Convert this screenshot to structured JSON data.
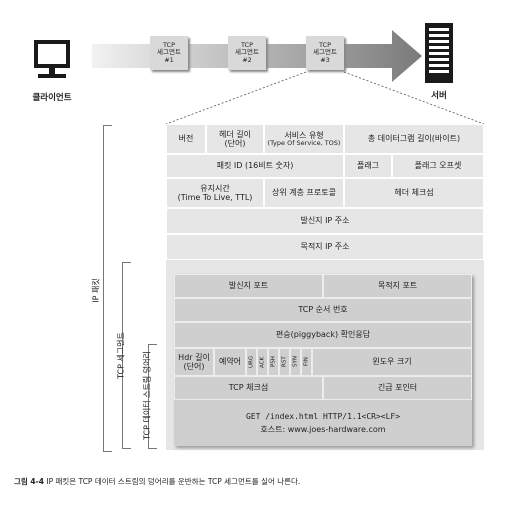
{
  "client": {
    "label": "클라이언트"
  },
  "server": {
    "label": "서버"
  },
  "segments": [
    {
      "line1": "TCP",
      "line2": "세그먼트",
      "line3": "#1"
    },
    {
      "line1": "TCP",
      "line2": "세그먼트",
      "line3": "#2"
    },
    {
      "line1": "TCP",
      "line2": "세그먼트",
      "line3": "#3"
    }
  ],
  "ip_packet": {
    "label": "IP 패킷",
    "row1": {
      "version": "버전",
      "header_length": "헤더 길이\n(단어)",
      "service_type": "서비스 유형",
      "service_type_sub": "(Type Of Service, TOS)",
      "total_length": "총 데이터그램 길이(바이트)"
    },
    "row2": {
      "packet_id": "패킷 ID (16비트 숫자)",
      "flags": "플래그",
      "fragment_offset": "플래그 오프셋"
    },
    "row3": {
      "ttl": "유지시간\n(Time To Live, TTL)",
      "protocol": "상위 계층 프로토콜",
      "checksum": "헤더 체크섬"
    },
    "source_ip": "발신지 IP 주소",
    "dest_ip": "목적지 IP 주소"
  },
  "tcp_segment": {
    "label": "TCP 세그먼트",
    "source_port": "발신지 포트",
    "dest_port": "목적지 포트",
    "sequence": "TCP 순서 번호",
    "ack": "편승(piggyback) 확인응답",
    "hdr_length": "Hdr 길이\n(단어)",
    "reserved": "예약어",
    "flags": [
      "URG",
      "ACK",
      "PSH",
      "RST",
      "SYN",
      "FIN"
    ],
    "window": "윈도우 크기",
    "checksum": "TCP 체크섬",
    "urgent": "긴급 포인터"
  },
  "tcp_data": {
    "label": "TCP 데이터 스트림 덩어리",
    "line1": "GET /index.html HTTP/1.1<CR><LF>",
    "line2": "호스트: www.joes-hardware.com"
  },
  "caption": {
    "prefix": "그림 4-4",
    "text": " IP 패킷은 TCP 데이터 스트림의 덩어리를 운반하는 TCP 세그먼트를 실어 나른다."
  }
}
